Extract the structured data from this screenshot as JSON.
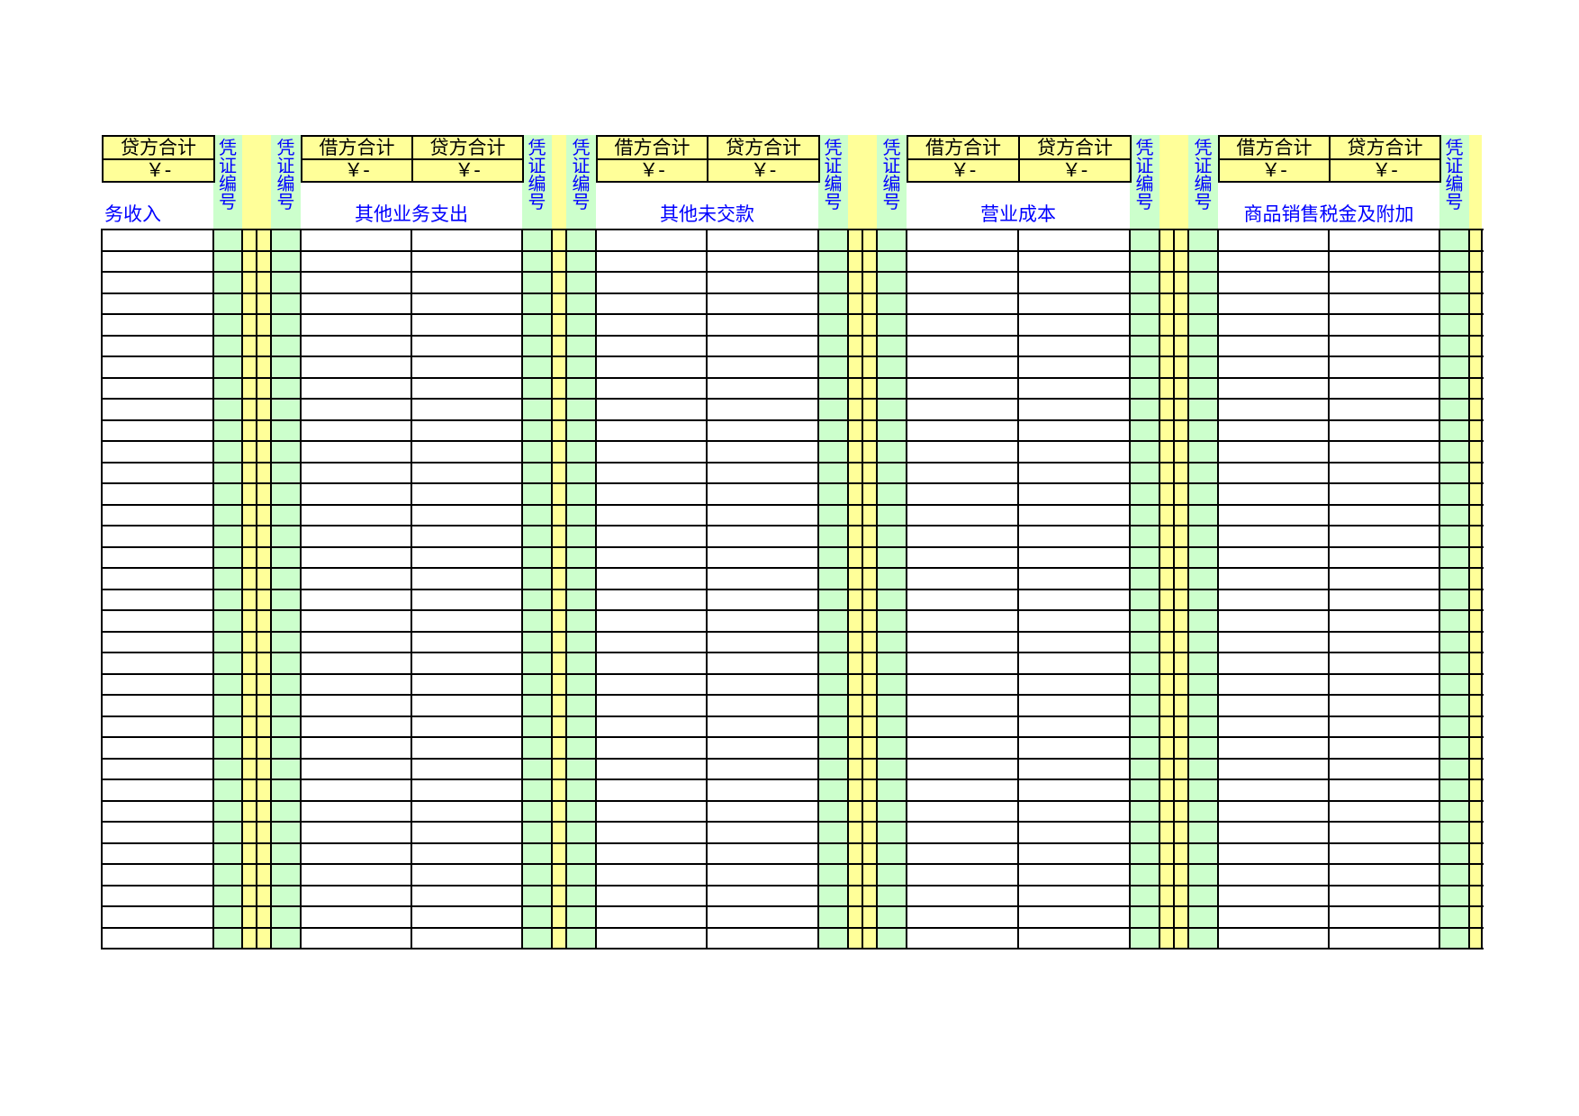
{
  "colors": {
    "yellow": "#ffff99",
    "green": "#ccffcc",
    "blue_text": "#0000ff"
  },
  "labels": {
    "debit_total": "借方合计",
    "credit_total": "贷方合计",
    "currency_zero": "￥-",
    "voucher_no": [
      "凭",
      "证",
      "编",
      "号"
    ]
  },
  "sections": [
    {
      "title": "务收入",
      "has_debit": false
    },
    {
      "title": "其他业务支出",
      "has_debit": true
    },
    {
      "title": "其他未交款",
      "has_debit": true
    },
    {
      "title": "营业成本",
      "has_debit": true
    },
    {
      "title": "商品销售税金及附加",
      "has_debit": true
    }
  ],
  "table": {
    "rows": 34
  }
}
